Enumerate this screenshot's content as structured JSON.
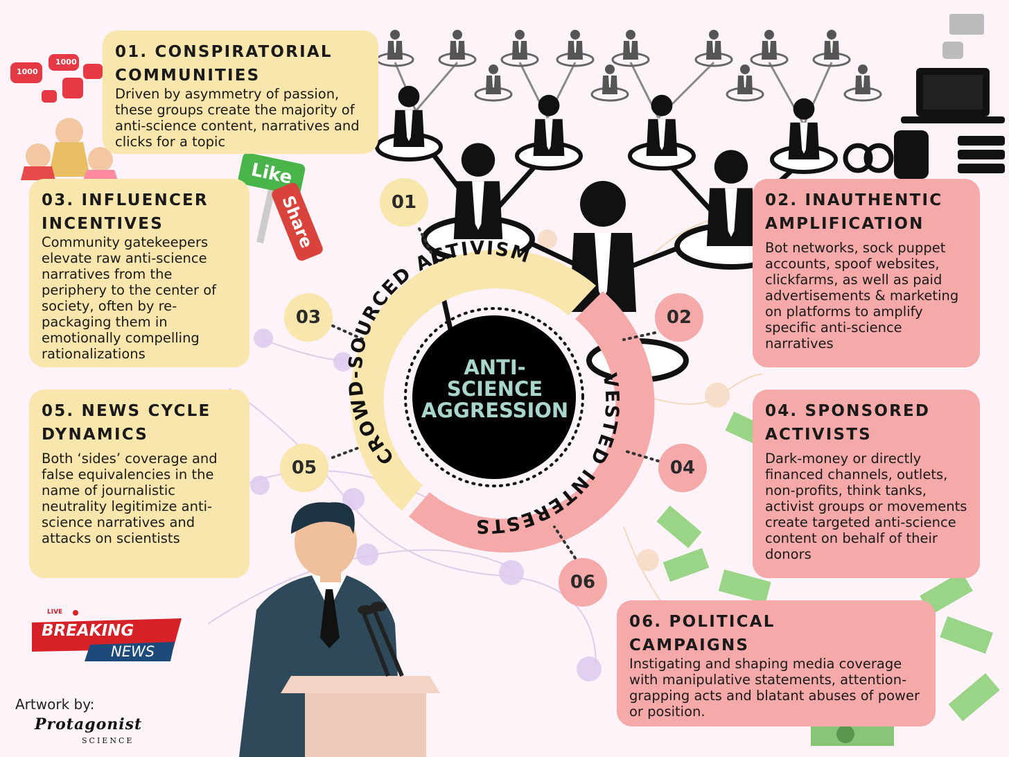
{
  "center": {
    "line1": "ANTI-",
    "line2": "SCIENCE",
    "line3": "AGGRESSION",
    "ring_top": "CROWD-SOURCED ACTIVISM",
    "ring_bottom": "VESTED INTERESTS"
  },
  "cards": [
    {
      "number": "01",
      "title_line1": "01. CONSPIRATORIAL",
      "title_line2": "COMMUNITIES",
      "text": "Driven by asymmetry of passion, these groups create the majority of anti-science content, narratives and clicks for a topic"
    },
    {
      "number": "02",
      "title_line1": "02. INAUTHENTIC",
      "title_line2": "AMPLIFICATION",
      "text": "Bot networks, sock puppet accounts, spoof websites, clickfarms, as well as paid advertisements & marketing on platforms to amplify specific anti-science narratives"
    },
    {
      "number": "03",
      "title_line1": "03. INFLUENCER",
      "title_line2": "INCENTIVES",
      "text": "Community gatekeepers elevate raw anti-science narratives from the periphery to the center of society, often by re-packaging them in emotionally compelling rationalizations"
    },
    {
      "number": "04",
      "title_line1": "04. SPONSORED",
      "title_line2": "ACTIVISTS",
      "text": "Dark-money or directly financed channels, outlets, non-profits, think tanks, activist groups or movements create targeted anti-science content on behalf of their donors"
    },
    {
      "number": "05",
      "title_line1": "05. NEWS CYCLE",
      "title_line2": "DYNAMICS",
      "text": "Both ‘sides’ coverage and false equivalencies in the name of journalistic neutrality legitimize anti-science narratives and attacks on scientists"
    },
    {
      "number": "06",
      "title_line1": "06. POLITICAL",
      "title_line2": "CAMPAIGNS",
      "text": "Instigating and shaping media coverage with manipulative statements, attention-grapping acts and blatant abuses of power or position."
    }
  ],
  "decor": {
    "like": "Like",
    "share": "Share",
    "likes_count": "1000",
    "live": "LIVE",
    "breaking": "BREAKING",
    "news": "NEWS",
    "credit": "Artwork by:",
    "logo_main": "Protagonist",
    "logo_sub": "SCIENCE"
  },
  "colors": {
    "yellow": "#f8e6ad",
    "pink": "#f5a9a9",
    "center": "#000000",
    "center_text": "#a8d5cc"
  }
}
